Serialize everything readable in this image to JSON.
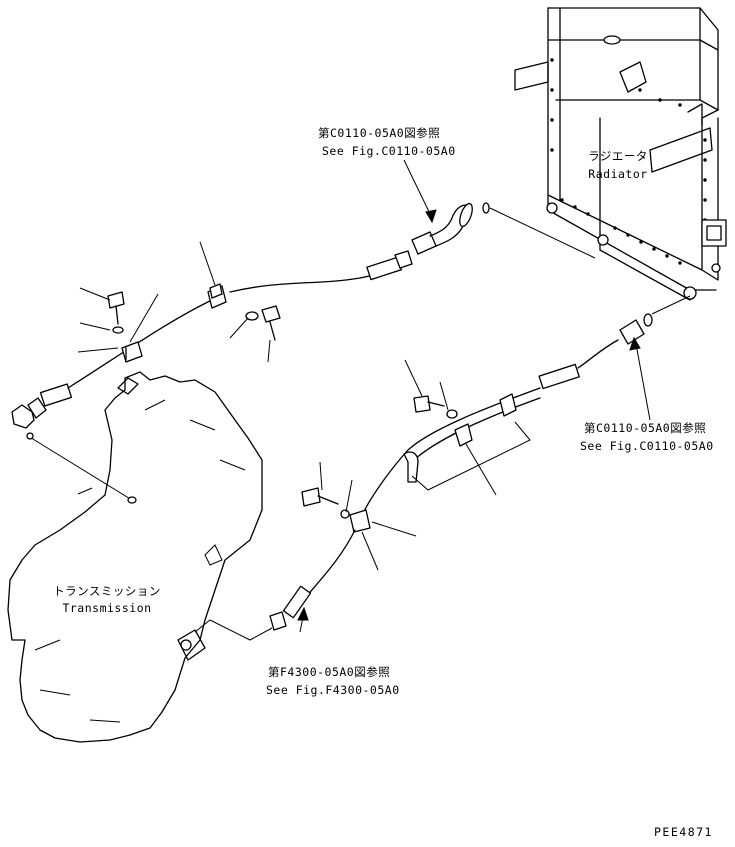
{
  "labels": {
    "radiator_jp": "ラジエータ",
    "radiator_en": "Radiator",
    "transmission_jp": "トランスミッション",
    "transmission_en": "Transmission",
    "ref_top_jp": "第C0110-05A0図参照",
    "ref_top_en": "See Fig.C0110-05A0",
    "ref_right_jp": "第C0110-05A0図参照",
    "ref_right_en": "See Fig.C0110-05A0",
    "ref_bottom_jp": "第F4300-05A0図参照",
    "ref_bottom_en": "See Fig.F4300-05A0",
    "drawing_code": "PEE4871"
  }
}
